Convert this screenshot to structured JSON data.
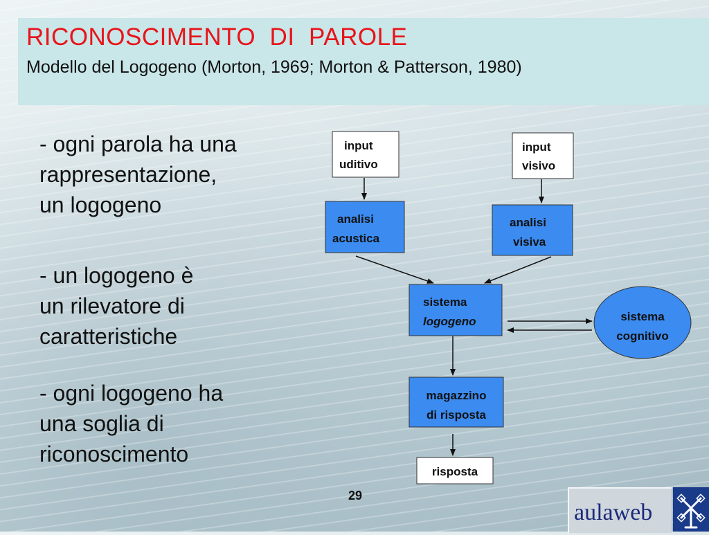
{
  "slide": {
    "title": "RICONOSCIMENTO  DI  PAROLE",
    "subtitle": "Modello del Logogeno (Morton, 1969; Morton & Patterson, 1980)",
    "page_number": "29"
  },
  "bullets": [
    {
      "lines": [
        "- ogni parola ha una",
        "rappresentazione,",
        "un logogeno"
      ]
    },
    {
      "lines": [
        "- un logogeno è",
        "un rilevatore di",
        "caratteristiche"
      ]
    },
    {
      "lines": [
        "- ogni logogeno ha",
        "una soglia di",
        "riconoscimento"
      ]
    }
  ],
  "diagram": {
    "input_uditivo": [
      "input",
      "uditivo"
    ],
    "input_visivo": [
      "input",
      "visivo"
    ],
    "analisi_acustica": [
      "analisi",
      "acustica"
    ],
    "analisi_visiva": [
      "analisi",
      "visiva"
    ],
    "sistema_logogeno": [
      "sistema",
      "logogeno"
    ],
    "sistema_cognitivo": [
      "sistema",
      "cognitivo"
    ],
    "magazzino": [
      "magazzino",
      "di risposta"
    ],
    "risposta": "risposta"
  },
  "logo": {
    "text": "aulaweb",
    "icon": "windmill-icon"
  },
  "colors": {
    "title": "#e8141a",
    "box_blue": "#3b8bf0",
    "title_band": "#c9e6e8"
  }
}
